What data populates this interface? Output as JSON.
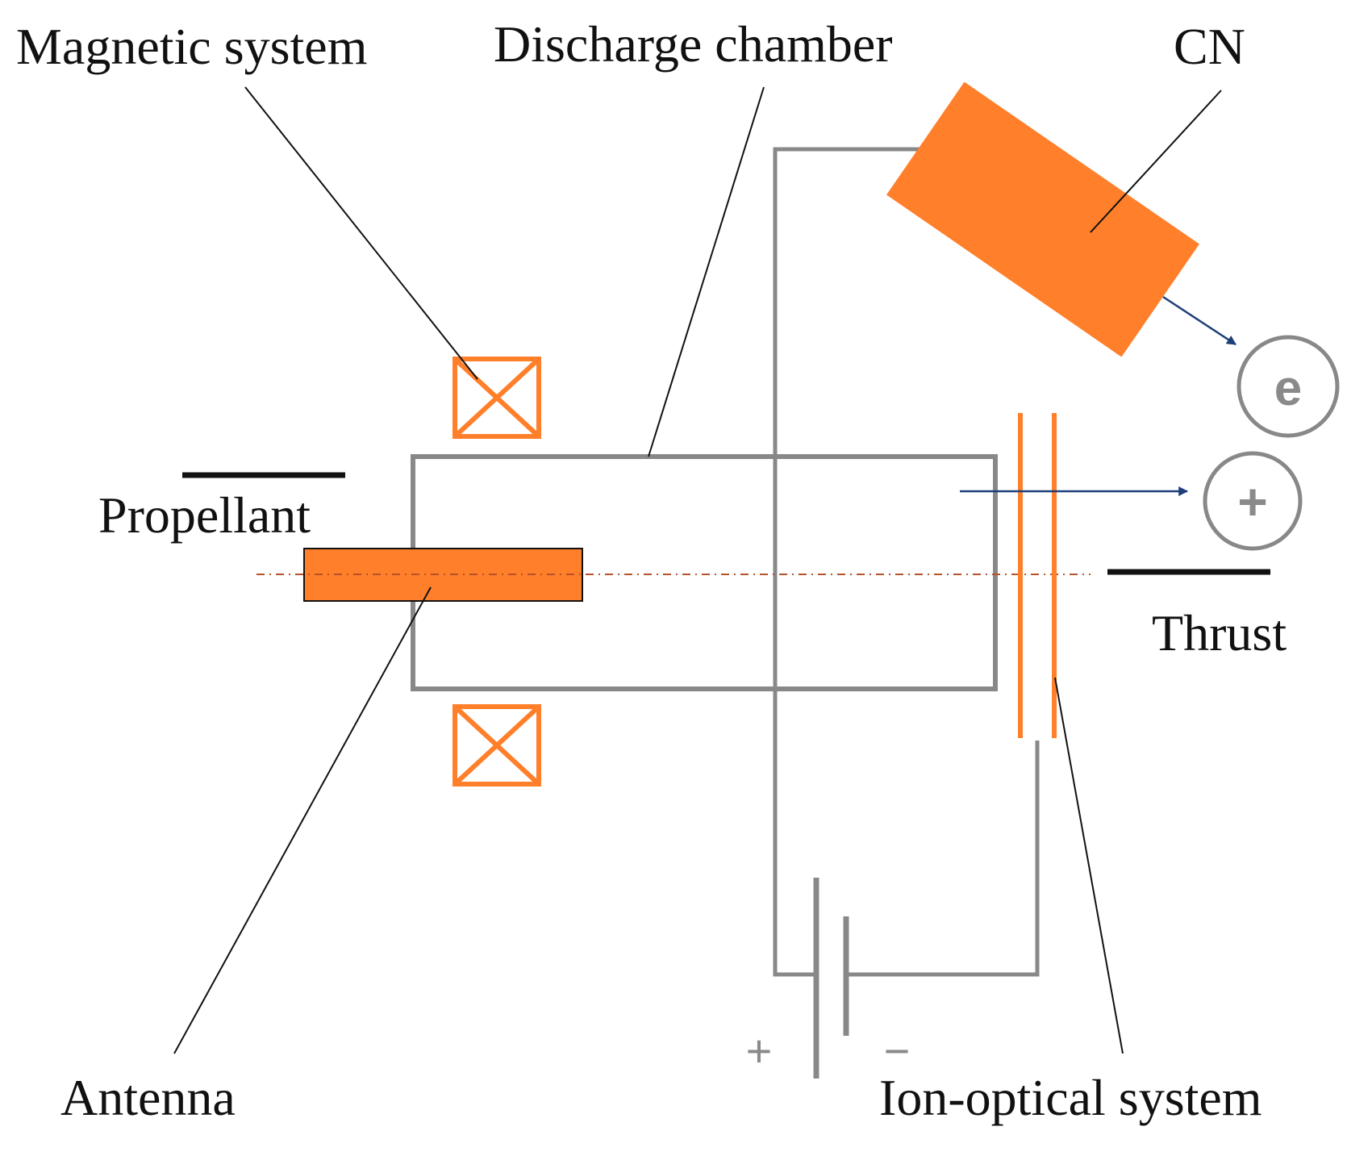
{
  "labels": {
    "magnetic_system": "Magnetic system",
    "discharge_chamber": "Discharge chamber",
    "cn": "CN",
    "propellant": "Propellant",
    "thrust": "Thrust",
    "antenna": "Antenna",
    "ion_optical_system": "Ion-optical system"
  },
  "symbols": {
    "electron": "e",
    "ion": "+",
    "battery_plus": "+",
    "battery_minus": "−"
  },
  "colors": {
    "orange": "#FF7F2A",
    "gray": "#888888",
    "black": "#111111",
    "blue": "#1F3F7A",
    "axis": "#B5522A"
  }
}
